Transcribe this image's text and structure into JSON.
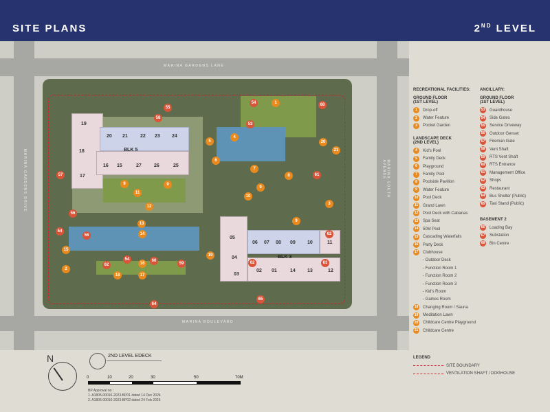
{
  "header": {
    "title": "SITE PLANS",
    "level": "2",
    "level_sup": "ND",
    "level_suffix": "LEVEL"
  },
  "roads": {
    "top": "MARINA GARDENS LANE",
    "left": "MARINA GARDENS DRIVE",
    "right": "MARINA SOUTH AVENUE",
    "bottom": "MARINA BOULEVARD"
  },
  "blocks": [
    "BLK 5",
    "BLK 3"
  ],
  "units": [
    "19",
    "20",
    "21",
    "22",
    "23",
    "24",
    "18",
    "16",
    "15",
    "27",
    "26",
    "25",
    "17",
    "05",
    "06",
    "07",
    "08",
    "09",
    "10",
    "11",
    "04",
    "03",
    "02",
    "01",
    "14",
    "13",
    "12"
  ],
  "markers": [
    "55",
    "54",
    "1",
    "68",
    "58",
    "53",
    "4",
    "5",
    "20",
    "21",
    "6",
    "7",
    "8",
    "61",
    "9",
    "9",
    "9",
    "11",
    "10",
    "3",
    "57",
    "12",
    "56",
    "13",
    "9",
    "14",
    "54",
    "56",
    "62",
    "15",
    "19",
    "62",
    "63",
    "54",
    "16",
    "60",
    "59",
    "62",
    "2",
    "18",
    "17",
    "65",
    "64"
  ],
  "legend": {
    "recreational_title": "RECREATIONAL FACILITIES:",
    "ground_title": "GROUND FLOOR",
    "ground_sub": "(1ST LEVEL)",
    "ground": [
      {
        "n": "1",
        "l": "Drop-off"
      },
      {
        "n": "2",
        "l": "Water Feature"
      },
      {
        "n": "3",
        "l": "Pocket Garden"
      }
    ],
    "deck_title": "LANDSCAPE DECK",
    "deck_sub": "(2ND LEVEL)",
    "deck": [
      {
        "n": "4",
        "l": "Kid's Pool"
      },
      {
        "n": "5",
        "l": "Family Deck"
      },
      {
        "n": "6",
        "l": "Playground"
      },
      {
        "n": "7",
        "l": "Family Pool"
      },
      {
        "n": "8",
        "l": "Poolside Pavilion"
      },
      {
        "n": "9",
        "l": "Water Feature"
      },
      {
        "n": "10",
        "l": "Pool Deck"
      },
      {
        "n": "11",
        "l": "Grand Lawn"
      },
      {
        "n": "12",
        "l": "Pool Deck with Cabanas"
      },
      {
        "n": "13",
        "l": "Spa Seat"
      },
      {
        "n": "14",
        "l": "50M Pool"
      },
      {
        "n": "15",
        "l": "Cascading Waterfalls"
      },
      {
        "n": "16",
        "l": "Party Deck"
      },
      {
        "n": "17",
        "l": "Clubhouse"
      }
    ],
    "clubhouse_sub": [
      "- Outdoor Deck",
      "- Function Room 1",
      "- Function Room 2",
      "- Function Room 3",
      "- Kid's Room",
      "- Games Room"
    ],
    "deck2": [
      {
        "n": "18",
        "l": "Changing Room / Sauna"
      },
      {
        "n": "19",
        "l": "Meditation Lawn"
      },
      {
        "n": "20",
        "l": "Childcare Centre Playground"
      },
      {
        "n": "21",
        "l": "Childcare Centre"
      }
    ],
    "ancillary_title": "ANCILLARY:",
    "anc_ground_title": "GROUND FLOOR",
    "anc_ground_sub": "(1ST LEVEL)",
    "ancillary": [
      {
        "n": "53",
        "l": "Guardhouse"
      },
      {
        "n": "54",
        "l": "Side Gates"
      },
      {
        "n": "55",
        "l": "Service Driveway"
      },
      {
        "n": "56",
        "l": "Outdoor Genset"
      },
      {
        "n": "57",
        "l": "Fireman Gate"
      },
      {
        "n": "58",
        "l": "Vent Shaft"
      },
      {
        "n": "59",
        "l": "RTS Vent Shaft"
      },
      {
        "n": "60",
        "l": "RTS Entrance"
      },
      {
        "n": "61",
        "l": "Management Office"
      },
      {
        "n": "62",
        "l": "Shops"
      },
      {
        "n": "63",
        "l": "Restaurant"
      },
      {
        "n": "64",
        "l": "Bus Shelter (Public)"
      },
      {
        "n": "65",
        "l": "Taxi Stand (Public)"
      }
    ],
    "basement_title": "BASEMENT 2",
    "basement": [
      {
        "n": "66",
        "l": "Loading Bay"
      },
      {
        "n": "67",
        "l": "Substation"
      },
      {
        "n": "68",
        "l": "Bin Centre"
      }
    ],
    "legend_title": "LEGEND",
    "site_boundary": "SITE BOUNDARY",
    "vent": "VENTILATION SHAFT / DOGHOUSE"
  },
  "footer": {
    "north": "N",
    "key_plan": "2ND LEVEL EDECK",
    "scale_ticks": [
      "0",
      "10",
      "20",
      "30",
      "50",
      "70M"
    ],
    "bp_title": "BP Approval no :",
    "bp": [
      "1. A1805-00010-2023-BP01 dated 14 Dec 2024",
      "2. A1805-00010-2023-BP02 dated 24 Feb 2025"
    ]
  },
  "colors": {
    "header": "#27336f",
    "facility": "#e98a1e",
    "ancillary": "#d9553a",
    "boundary": "#d3202a"
  }
}
